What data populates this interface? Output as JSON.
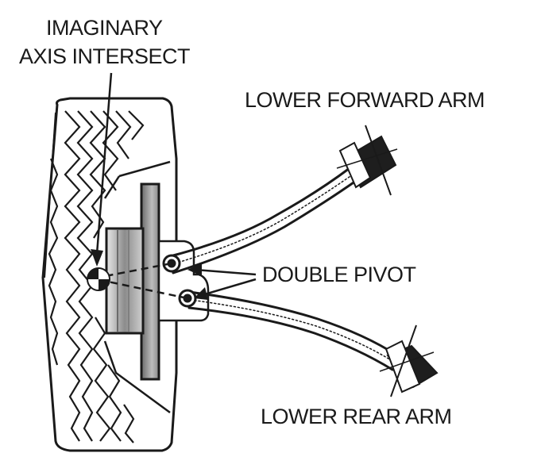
{
  "labels": {
    "imaginary_line1": "IMAGINARY",
    "imaginary_line2": "AXIS INTERSECT",
    "lower_forward_arm": "LOWER FORWARD ARM",
    "double_pivot": "DOUBLE PIVOT",
    "lower_rear_arm": "LOWER REAR ARM"
  },
  "colors": {
    "ink": "#1a1a1a",
    "paper": "#ffffff",
    "hub_shade": "#9a9a9a",
    "bushing": "#1e1e1e"
  }
}
